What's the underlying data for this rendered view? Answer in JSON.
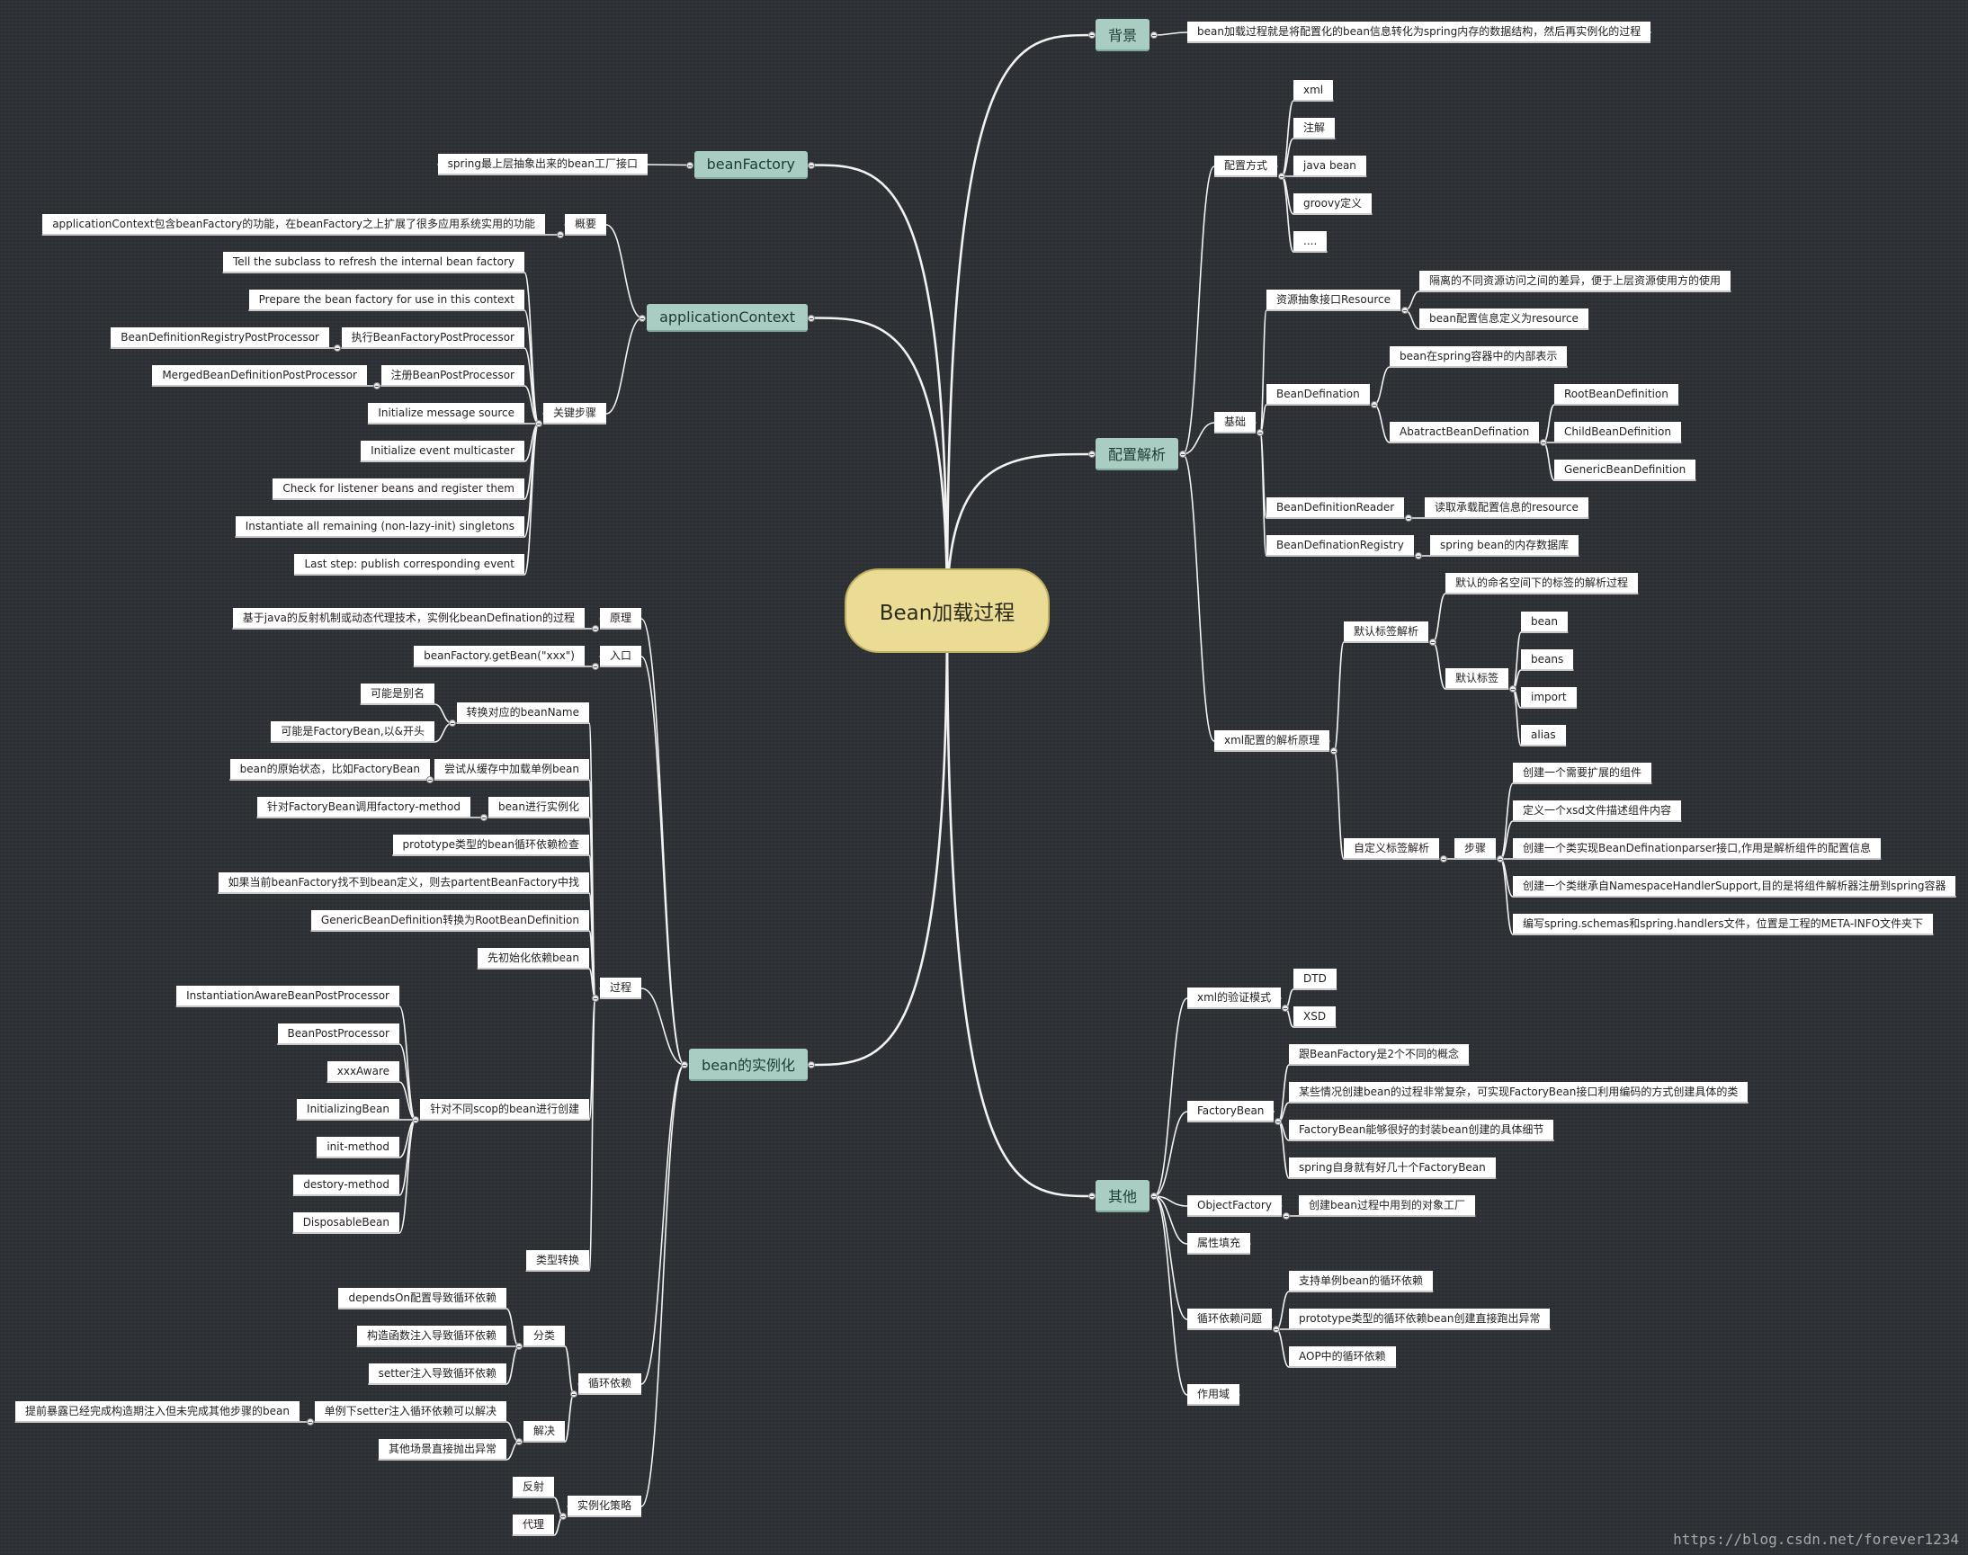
{
  "root": {
    "label": "Bean加载过程"
  },
  "background": {
    "label": "背景",
    "desc": "bean加载过程就是将配置化的bean信息转化为spring内存的数据结构，然后再实例化的过程"
  },
  "config": {
    "label": "配置解析",
    "mode": {
      "label": "配置方式",
      "items": [
        "xml",
        "注解",
        "java bean",
        "groovy定义",
        "...."
      ]
    },
    "basic": {
      "label": "基础",
      "resource": {
        "label": "资源抽象接口Resource",
        "items": [
          "隔离的不同资源访问之间的差异，便于上层资源使用方的使用",
          "bean配置信息定义为resource"
        ]
      },
      "defination": {
        "label": "BeanDefination",
        "desc": "bean在spring容器中的内部表示",
        "abstract": {
          "label": "AbatractBeanDefination",
          "items": [
            "RootBeanDefinition",
            "ChildBeanDefinition",
            "GenericBeanDefinition"
          ]
        }
      },
      "reader": {
        "label": "BeanDefinitionReader",
        "desc": "读取承载配置信息的resource"
      },
      "registry": {
        "label": "BeanDefinationRegistry",
        "desc": "spring bean的内存数据库"
      }
    },
    "xml": {
      "label": "xml配置的解析原理",
      "default": {
        "label": "默认标签解析",
        "desc": "默认的命名空间下的标签的解析过程",
        "tags": {
          "label": "默认标签",
          "items": [
            "bean",
            "beans",
            "import",
            "alias"
          ]
        }
      },
      "custom": {
        "label": "自定义标签解析",
        "steps": {
          "label": "步骤",
          "items": [
            "创建一个需要扩展的组件",
            "定义一个xsd文件描述组件内容",
            "创建一个类实现BeanDefinationparser接口,作用是解析组件的配置信息",
            "创建一个类继承自NamespaceHandlerSupport,目的是将组件解析器注册到spring容器",
            "编写spring.schemas和spring.handlers文件，位置是工程的META-INFO文件夹下"
          ]
        }
      }
    }
  },
  "other": {
    "label": "其他",
    "validate": {
      "label": "xml的验证模式",
      "items": [
        "DTD",
        "XSD"
      ]
    },
    "factorybean": {
      "label": "FactoryBean",
      "items": [
        "跟BeanFactory是2个不同的概念",
        "某些情况创建bean的过程非常复杂，可实现FactoryBean接口利用编码的方式创建具体的类",
        "FactoryBean能够很好的封装bean创建的具体细节",
        "spring自身就有好几十个FactoryBean"
      ]
    },
    "objectfactory": {
      "label": "ObjectFactory",
      "desc": "创建bean过程中用到的对象工厂"
    },
    "fill": {
      "label": "属性填充"
    },
    "circular": {
      "label": "循环依赖问题",
      "items": [
        "支持单例bean的循环依赖",
        "prototype类型的循环依赖bean创建直接跑出异常",
        "AOP中的循环依赖"
      ]
    },
    "scope": {
      "label": "作用域"
    }
  },
  "beanfactory": {
    "label": "beanFactory",
    "desc": "spring最上层抽象出来的bean工厂接口"
  },
  "appctx": {
    "label": "applicationContext",
    "summary": {
      "label": "概要",
      "desc": "applicationContext包含beanFactory的功能，在beanFactory之上扩展了很多应用系统实用的功能"
    },
    "steps": {
      "label": "关键步骤",
      "items": [
        "Tell the subclass to refresh the internal bean factory",
        "Prepare the bean factory for use in this context",
        "执行BeanFactoryPostProcessor",
        "注册BeanPostProcessor",
        "Initialize message source",
        "Initialize event multicaster",
        "Check for listener beans and register them",
        "Instantiate all remaining (non-lazy-init) singletons",
        "Last step: publish corresponding event"
      ],
      "sub1": "BeanDefinitionRegistryPostProcessor",
      "sub2": "MergedBeanDefinitionPostProcessor"
    }
  },
  "inst": {
    "label": "bean的实例化",
    "principle": {
      "label": "原理",
      "desc": "基于java的反射机制或动态代理技术，实例化beanDefination的过程"
    },
    "entry": {
      "label": "入口",
      "desc": "beanFactory.getBean(\"xxx\")"
    },
    "process": {
      "label": "过程",
      "convert": {
        "label": "转换对应的beanName",
        "items": [
          "可能是别名",
          "可能是FactoryBean,以&开头"
        ]
      },
      "cache": {
        "label": "尝试从缓存中加载单例bean",
        "desc": "bean的原始状态，比如FactoryBean"
      },
      "instantiate": {
        "label": "bean进行实例化",
        "desc": "针对FactoryBean调用factory-method"
      },
      "check": "prototype类型的bean循环依赖检查",
      "parent": "如果当前beanFactory找不到bean定义，则去partentBeanFactory中找",
      "generic": "GenericBeanDefinition转换为RootBeanDefinition",
      "depends": "先初始化依赖bean",
      "scope": {
        "label": "针对不同scop的bean进行创建",
        "items": [
          "InstantiationAwareBeanPostProcessor",
          "BeanPostProcessor",
          "xxxAware",
          "InitializingBean",
          "init-method",
          "destory-method",
          "DisposableBean"
        ]
      },
      "typeconv": "类型转换"
    },
    "circular": {
      "label": "循环依赖",
      "category": {
        "label": "分类",
        "items": [
          "dependsOn配置导致循环依赖",
          "构造函数注入导致循环依赖",
          "setter注入导致循环依赖"
        ]
      },
      "solve": {
        "label": "解决",
        "single": "单例下setter注入循环依赖可以解决",
        "single_desc": "提前暴露已经完成构造期注入但未完成其他步骤的bean",
        "other": "其他场景直接抛出异常"
      }
    },
    "strategy": {
      "label": "实例化策略",
      "items": [
        "反射",
        "代理"
      ]
    }
  },
  "watermark": "https://blog.csdn.net/forever1234"
}
